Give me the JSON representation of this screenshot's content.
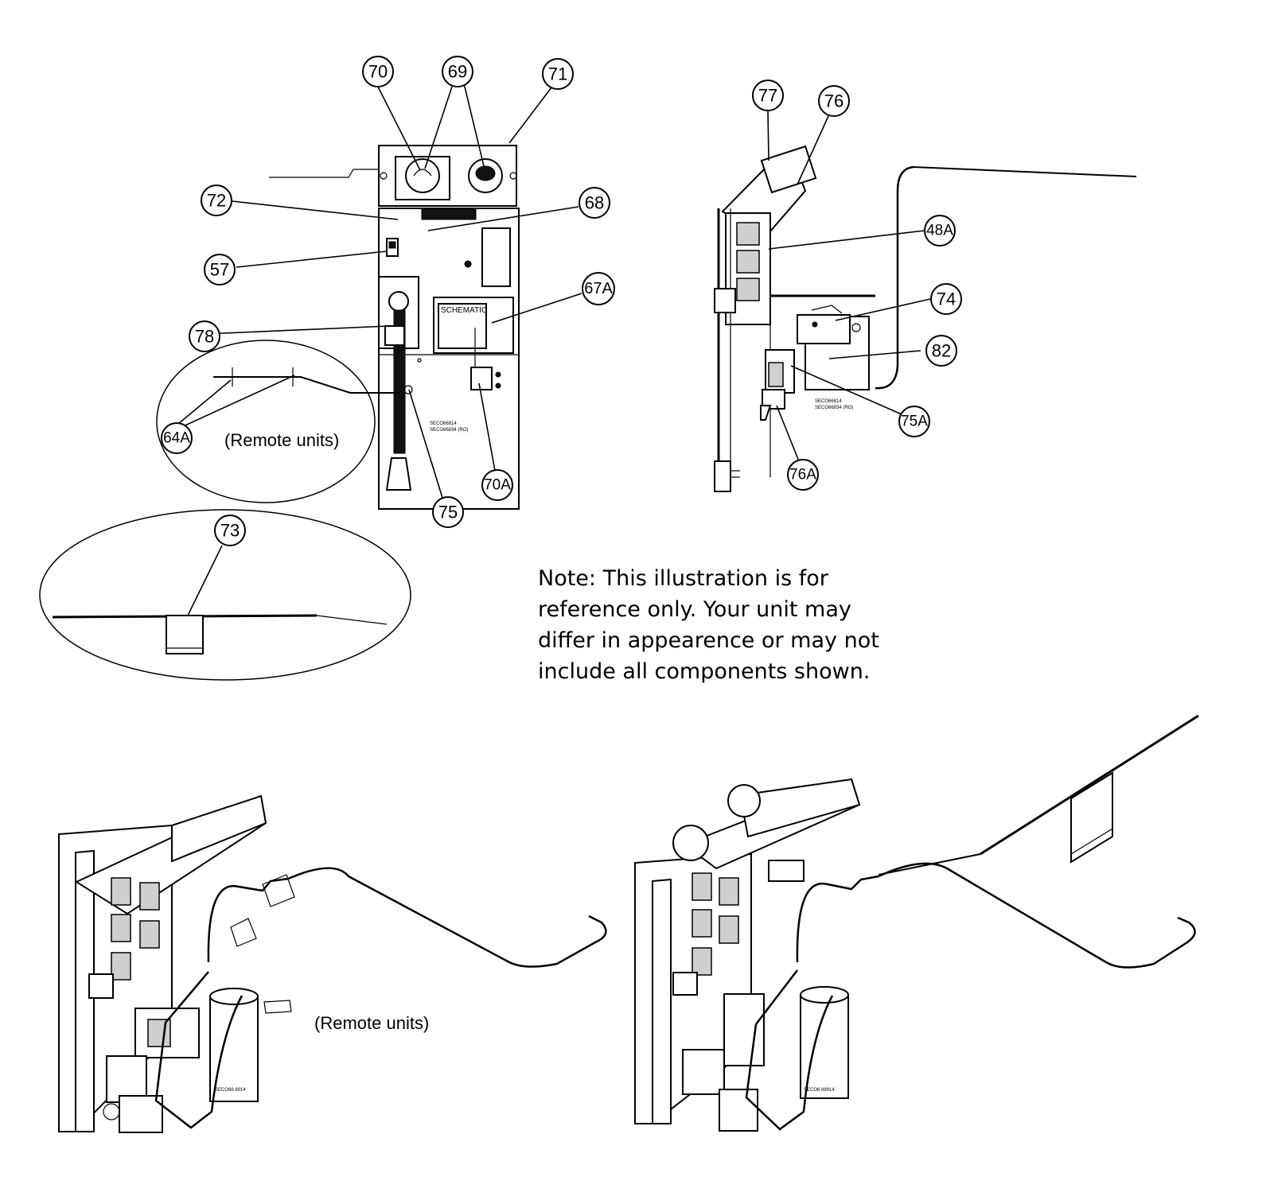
{
  "callouts": {
    "c70": "70",
    "c69": "69",
    "c71": "71",
    "c72": "72",
    "c68": "68",
    "c57": "57",
    "c67a": "67A",
    "c78": "78",
    "c64a": "64A",
    "c75": "75",
    "c70a": "70A",
    "c73": "73",
    "c77": "77",
    "c76": "76",
    "c48a": "48A",
    "c74": "74",
    "c82": "82",
    "c75a": "75A",
    "c76a": "76A"
  },
  "panel_label": "SCHEMATIC",
  "remote_units_label": "(Remote units)",
  "note": {
    "line1": "Note: This illustration is for",
    "line2": "reference only. Your unit may",
    "line3": "differ in appearence or may not",
    "line4": "include all components shown."
  }
}
